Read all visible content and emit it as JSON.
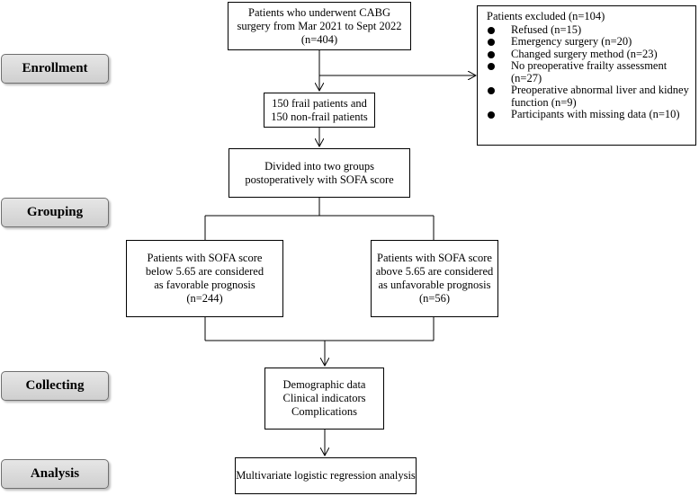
{
  "stages": {
    "enrollment": "Enrollment",
    "grouping": "Grouping",
    "collecting": "Collecting",
    "analysis": "Analysis"
  },
  "boxes": {
    "patients_total": [
      "Patients who underwent CABG",
      "surgery from Mar 2021 to Sept 2022",
      "(n=404)"
    ],
    "frail_split": [
      "150 frail patients and",
      "150 non-frail patients"
    ],
    "divided": [
      "Divided into two groups",
      "postoperatively with SOFA score"
    ],
    "favorable": [
      "Patients with SOFA score",
      "below 5.65 are considered",
      "as favorable prognosis",
      "(n=244)"
    ],
    "unfavorable": [
      "Patients with SOFA score",
      "above 5.65 are considered",
      "as unfavorable prognosis",
      "(n=56)"
    ],
    "collected": [
      "Demographic data",
      "Clinical indicators",
      "Complications"
    ],
    "analysis": [
      "Multivariate logistic regression analysis"
    ]
  },
  "excluded": {
    "title": "Patients excluded (n=104)",
    "items": [
      "Refused (n=15)",
      "Emergency surgery (n=20)",
      "Changed surgery method (n=23)",
      "No preoperative frailty assessment (n=27)",
      "Preoperative abnormal liver and kidney function (n=9)",
      "Participants with missing data (n=10)"
    ]
  }
}
